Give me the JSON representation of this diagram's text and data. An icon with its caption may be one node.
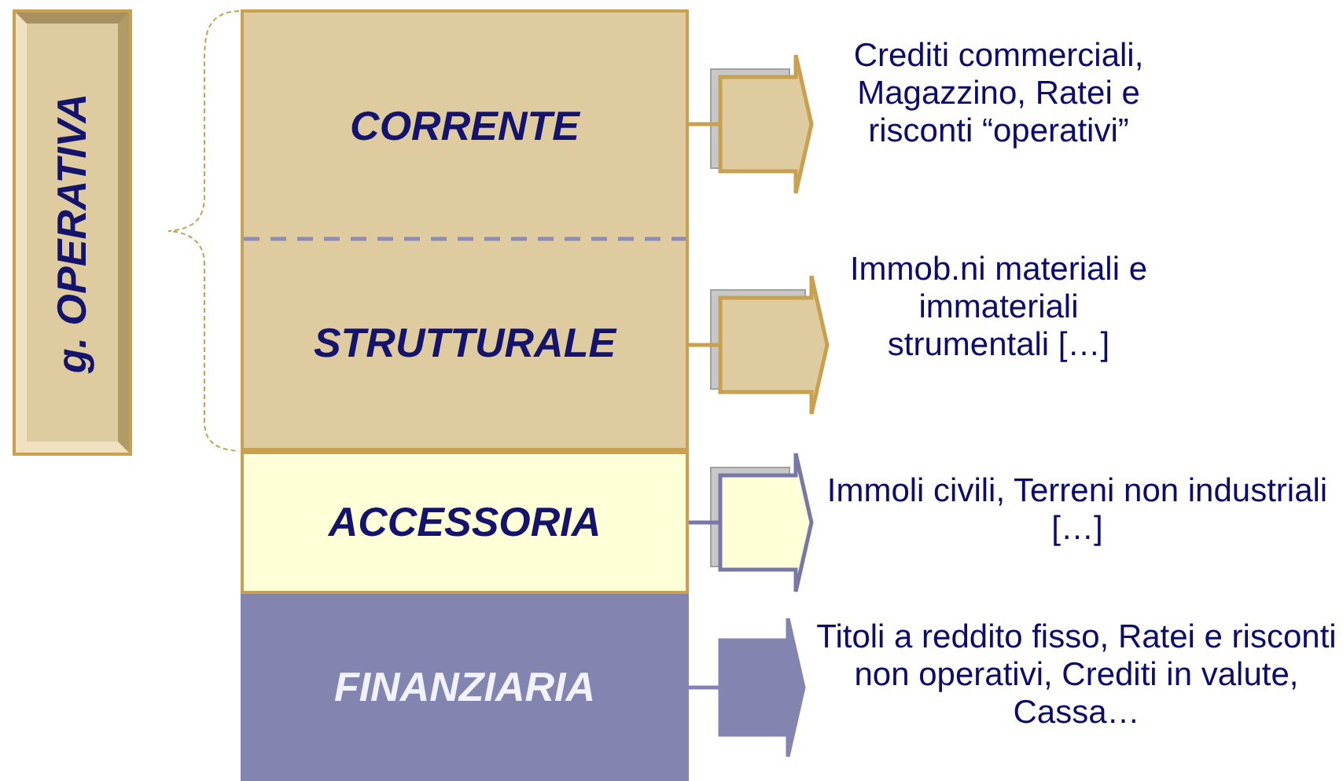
{
  "diagram": {
    "nodes": [
      {
        "text": [
          "g. OPERATIVA"
        ]
      },
      {
        "text": [
          "CORRENTE"
        ]
      },
      {
        "text": [
          "STRUTTURALE"
        ]
      },
      {
        "text": [
          "ACCESSORIA"
        ]
      },
      {
        "text": [
          "FINANZIARIA"
        ]
      },
      {
        "text": [
          "Crediti commerciali, Magazzino, Ratei e risconti “operativi”"
        ]
      },
      {
        "text": [
          "Immob.ni materiali e immateriali strumentali […]"
        ]
      },
      {
        "text": [
          "Immoli civili, Terreni non industriali […]"
        ]
      },
      {
        "text": [
          "Titoli a reddito fisso, Ratei e risconti non operativi, Crediti in valute, Cassa…"
        ]
      }
    ],
    "edges": [
      {
        "from": 1,
        "to": 5,
        "arrow": "to"
      },
      {
        "from": 2,
        "to": 6,
        "arrow": "to"
      },
      {
        "from": 3,
        "to": 7,
        "arrow": "to",
        "color": "#ffffd8"
      },
      {
        "from": 4,
        "to": 8,
        "arrow": "to",
        "color": "#8484b0"
      }
    ]
  }
}
